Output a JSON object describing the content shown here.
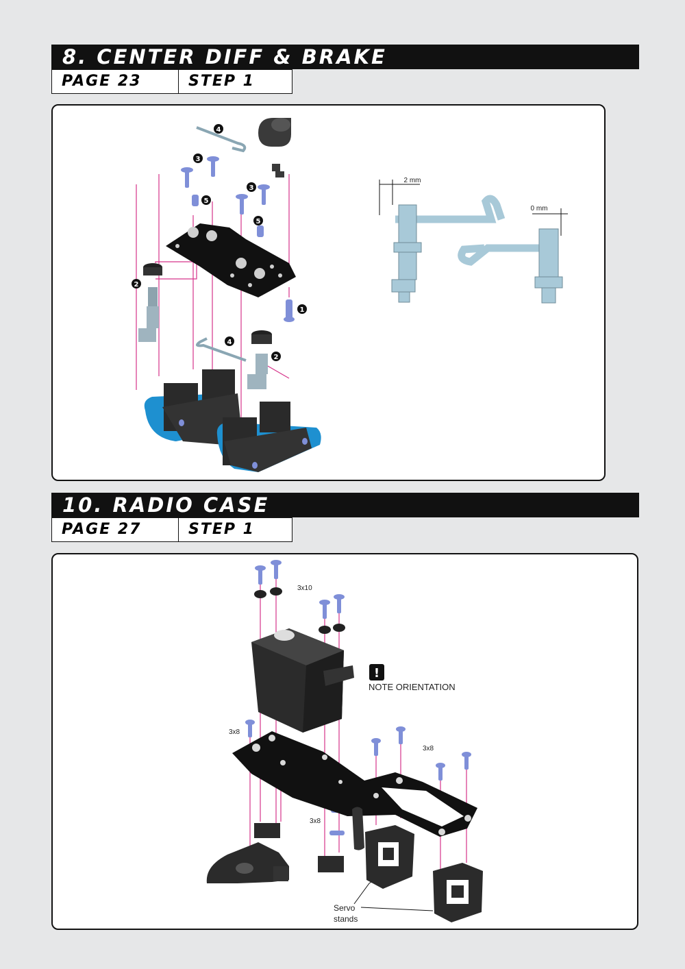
{
  "section1": {
    "title": "8. CENTER DIFF & BRAKE",
    "page": "PAGE 23",
    "step": "STEP 1",
    "callouts": [
      "4",
      "3",
      "3",
      "5",
      "5",
      "2",
      "1",
      "4",
      "2"
    ],
    "dim_left": "2 mm",
    "dim_right": "0 mm"
  },
  "section2": {
    "title": "10. RADIO CASE",
    "page": "PAGE 27",
    "step": "STEP 1",
    "screw_label_top": "3x10",
    "screw_label_a": "3x8",
    "screw_label_b": "3x8",
    "screw_label_c": "3x8",
    "screw_label_d": "3x8",
    "note_mark": "!",
    "note_text": "NOTE ORIENTATION",
    "servo_line1": "Servo",
    "servo_line2": "stands"
  },
  "colors": {
    "header_bg": "#111111",
    "guide_line": "#d6338a",
    "screw": "#7f8fd8",
    "link_rod": "#a8c9d8",
    "part": "#333333"
  }
}
